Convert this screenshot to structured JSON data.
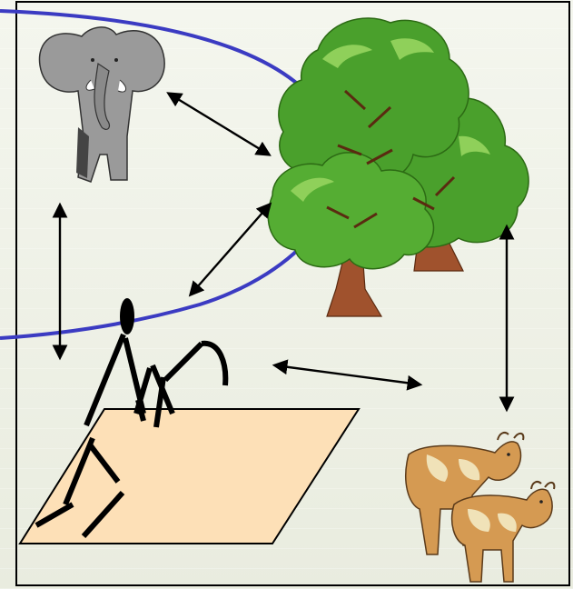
{
  "diagram": {
    "nodes": [
      {
        "id": "elephant",
        "icon": "elephant-icon"
      },
      {
        "id": "trees",
        "icon": "tree-icon"
      },
      {
        "id": "farmer",
        "icon": "farmer-icon"
      },
      {
        "id": "field",
        "icon": "field-icon"
      },
      {
        "id": "cows",
        "icon": "cow-icon"
      }
    ],
    "edges": [
      {
        "from": "elephant",
        "to": "trees",
        "bidirectional": true
      },
      {
        "from": "elephant",
        "to": "farmer",
        "bidirectional": true
      },
      {
        "from": "trees",
        "to": "farmer",
        "bidirectional": true
      },
      {
        "from": "trees",
        "to": "cows",
        "bidirectional": true
      },
      {
        "from": "farmer",
        "to": "cows",
        "bidirectional": true
      }
    ]
  },
  "colors": {
    "boundary": "#3b3bc2",
    "field": "#fde0b7",
    "foliage": "#4aa02c",
    "foliage_light": "#8fd05a",
    "trunk": "#a0522d",
    "elephant": "#9a9a9a",
    "cow": "#d59a52",
    "cow_spots": "#f0e2b8"
  }
}
